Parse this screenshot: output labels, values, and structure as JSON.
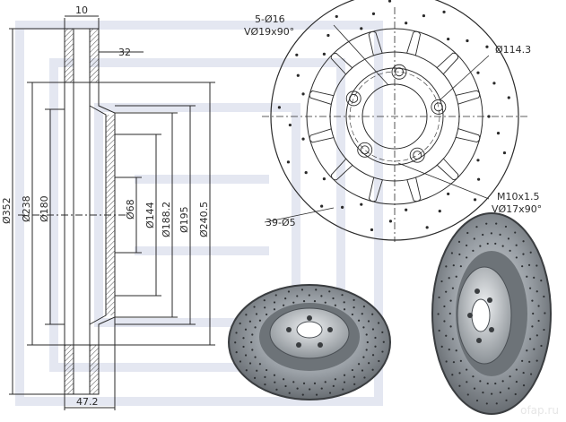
{
  "section_view": {
    "width_labels": {
      "top_thickness": "10",
      "rim_offset": "32",
      "overall_width": "47.2"
    },
    "diameters": {
      "outer": "Ø352",
      "d238": "Ø238",
      "d180": "Ø180",
      "d68": "Ø68",
      "d144": "Ø144",
      "d188": "Ø188.2",
      "d195": "Ø195",
      "d240": "Ø240.5"
    }
  },
  "front_view": {
    "callouts": {
      "bolt_holes_line1": "5-Ø16",
      "bolt_holes_line2": "VØ19x90°",
      "pcd": "Ø114.3",
      "threaded_line1": "M10x1.5",
      "threaded_line2": "VØ17x90°",
      "cross_drill": "39-Ø5"
    }
  },
  "colors": {
    "line": "#2a2a2a",
    "hatch": "#555555",
    "watermark": "#1f3a8a",
    "disc_metal": "#9aa0a6",
    "disc_dark": "#3a3d40"
  },
  "watermark_brand": "ofap.ru"
}
